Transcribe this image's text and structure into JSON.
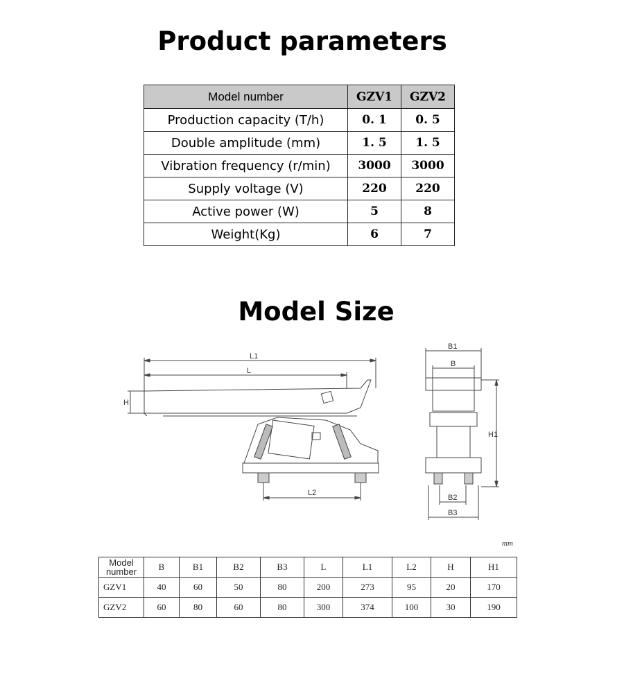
{
  "titles": {
    "product_parameters": "Product parameters",
    "model_size": "Model Size"
  },
  "params_table": {
    "header": {
      "label": "Model number",
      "models": [
        "GZV1",
        "GZV2"
      ]
    },
    "rows": [
      {
        "label": "Production capacity (T/h)",
        "values": [
          "0. 1",
          "0. 5"
        ]
      },
      {
        "label": "Double amplitude (mm)",
        "values": [
          "1. 5",
          "1. 5"
        ]
      },
      {
        "label": "Vibration frequency (r/min)",
        "values": [
          "3000",
          "3000"
        ]
      },
      {
        "label": "Supply voltage (V)",
        "values": [
          "220",
          "220"
        ]
      },
      {
        "label": "Active power (W)",
        "values": [
          "5",
          "8"
        ]
      },
      {
        "label": "Weight(Kg)",
        "values": [
          "6",
          "7"
        ]
      }
    ]
  },
  "drawing_labels": {
    "L1": "L1",
    "L": "L",
    "H": "H",
    "L2": "L2",
    "B1": "B1",
    "B": "B",
    "H1": "H1",
    "B2": "B2",
    "B3": "B3"
  },
  "unit": "mm",
  "dims_table": {
    "header": [
      "Model\nnumber",
      "B",
      "B1",
      "B2",
      "B3",
      "L",
      "L1",
      "L2",
      "H",
      "H1"
    ],
    "rows": [
      [
        "GZV1",
        "40",
        "60",
        "50",
        "80",
        "200",
        "273",
        "95",
        "20",
        "170"
      ],
      [
        "GZV2",
        "60",
        "80",
        "60",
        "80",
        "300",
        "374",
        "100",
        "30",
        "190"
      ]
    ]
  }
}
